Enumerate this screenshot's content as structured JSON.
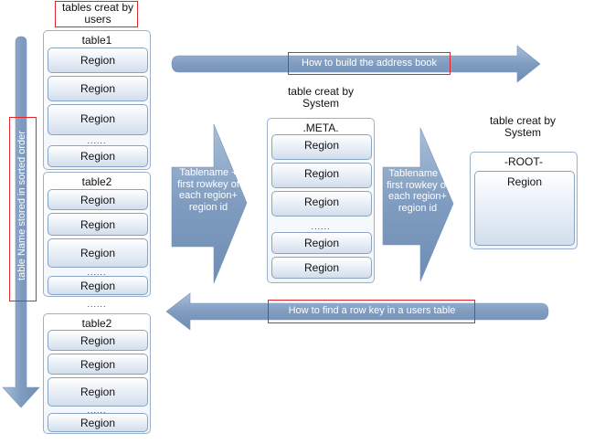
{
  "captions": {
    "users_tables": "tables creat by users",
    "system_table_meta": "table creat by System",
    "system_table_root": "table creat by System"
  },
  "left_arrow_label": "table Name stored in sorted order",
  "top_banner": "How to build the address book",
  "bottom_banner": "How to find a row key in a users table",
  "chevron_labels": {
    "first": "Tablename + first rowkey of each region+ region id",
    "second": "Tablename + first rowkey of each region+ region id"
  },
  "user_tables": [
    {
      "title": "table1",
      "regions": [
        "Region",
        "Region",
        "Region"
      ],
      "ellipsis": "......",
      "last_region": "Region"
    },
    {
      "title": "table2",
      "regions": [
        "Region",
        "Region",
        "Region"
      ],
      "ellipsis": "......",
      "last_region": "Region"
    },
    {
      "title": "table2",
      "regions": [
        "Region",
        "Region",
        "Region"
      ],
      "ellipsis": "......",
      "last_region": "Region"
    }
  ],
  "between_tables_ellipsis": "......",
  "meta_table": {
    "title": ".META.",
    "regions": [
      "Region",
      "Region",
      "Region"
    ],
    "ellipsis": "......",
    "last_regions": [
      "Region",
      "Region"
    ]
  },
  "root_table": {
    "title": "-ROOT-",
    "region": "Region"
  },
  "colors": {
    "arrow_fill": "#7f9cc0",
    "panel_border": "#9ab0c8",
    "highlight_box": "#e0262b"
  }
}
